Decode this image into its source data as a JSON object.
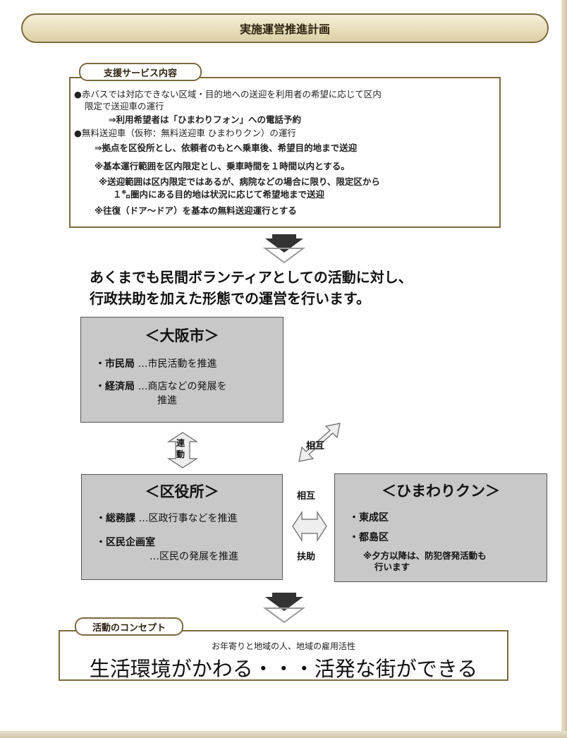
{
  "title": "実施運営推進計画",
  "support": {
    "tab_label": "支援サービス内容",
    "lines": [
      "●赤バスでは対応できない区域・目的地への送迎を利用者の希望に応じて区内",
      "限定で送迎車の運行",
      "⇒利用希望者は「ひまわりフォン」への電話予約",
      "●無料送迎車（仮称：無料送迎車 ひまわりクン）の運行",
      "⇒拠点を区役所とし、依頼者のもとへ乗車後、希望目的地まで送迎",
      "※基本運行範囲を区内限定とし、乗車時間を１時間以内とする。",
      "※送迎範囲は区内限定ではあるが、病院などの場合に限り、限定区から",
      "１㌔圏内にある目的地は状況に応じて希望地まで送迎",
      "※往復（ドア～ドア）を基本の無料送迎運行とする"
    ]
  },
  "headline": {
    "line1": "あくまでも民間ボランティアとしての活動に対し、",
    "line2": "行政扶助を加えた形態での運営を行います。"
  },
  "osaka": {
    "title": "＜大阪市＞",
    "item1_name": "・市民局",
    "item1_desc": "…市民活動を推進",
    "item2_name": "・経済局",
    "item2_desc": "…商店などの発展を",
    "item2_desc2": "推進"
  },
  "kuyakusho": {
    "title": "＜区役所＞",
    "item1_name": "・総務課",
    "item1_desc": "…区政行事などを推進",
    "item2_name": "・区民企画室",
    "item2_desc": "…区民の発展を推進"
  },
  "himawari": {
    "title": "＜ひまわりクン＞",
    "item1": "・東成区",
    "item2": "・都島区",
    "note1": "※夕方以降は、防犯啓発活動も",
    "note2": "行います"
  },
  "arrows": {
    "rendo_1": "連",
    "rendo_2": "動",
    "sogo_diag": "相互",
    "sogo_top": "相互",
    "fujo_bottom": "扶助"
  },
  "concept": {
    "tab_label": "活動のコンセプト",
    "sub": "お年寄りと地域の人、地域の雇用活性",
    "main": "生活環境がかわる・・・活発な街ができる"
  }
}
